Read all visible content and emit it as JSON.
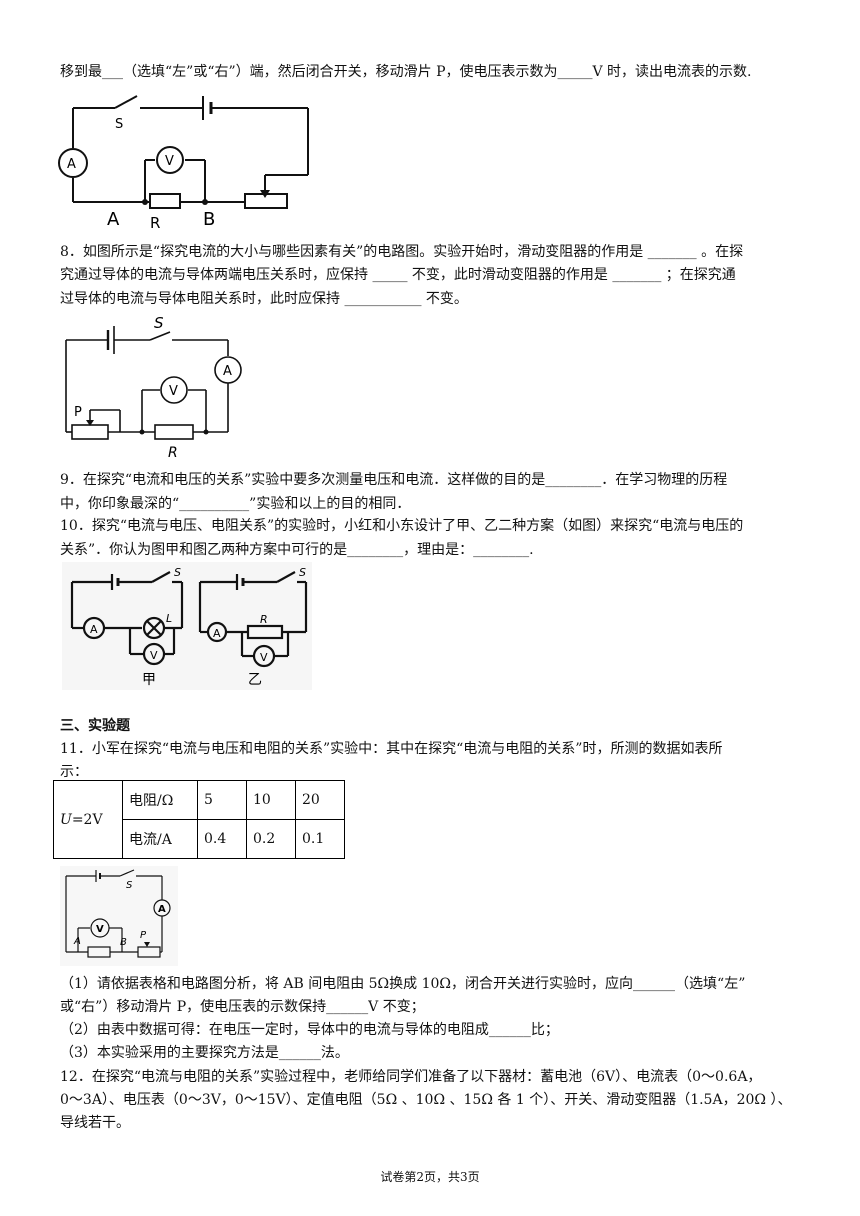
{
  "lines": {
    "l7": "移到最___（选填“左”或“右”）端，然后闭合开关，移动滑片 P，使电压表示数为_____V 时，读出电流表的示数.",
    "q8a": "8．如图所示是“探究电流的大小与哪些因素有关”的电路图。实验开始时，滑动变阻器的作用是 _______ 。在探",
    "q8b": "究通过导体的电流与导体两端电压关系时，应保持 _____ 不变，此时滑动变阻器的作用是 _______ ；在探究通",
    "q8c": "过导体的电流与导体电阻关系时，此时应保持 ___________ 不变。",
    "q9a": "9．在探究“电流和电压的关系”实验中要多次测量电压和电流．这样做的目的是________．在学习物理的历程",
    "q9b": "中，你印象最深的“__________”实验和以上的目的相同．",
    "q10a": "10．探究“电流与电压、电阻关系”的实验时，小红和小东设计了甲、乙二种方案（如图）来探究“电流与电压的",
    "q10b": "关系”．你认为图甲和图乙两种方案中可行的是________，理由是：________.",
    "section3": "三、实验题",
    "q11a": "11．小军在探究“电流与电压和电阻的关系”实验中：其中在探究“电流与电阻的关系”时，所测的数据如表所",
    "q11b": "示：",
    "q11p1a": "（1）请依据表格和电路图分析，将 AB 间电阻由 5Ω换成 10Ω，闭合开关进行实验时，应向______（选填“左”",
    "q11p1b": "或“右”）移动滑片 P，使电压表的示数保持______V 不变；",
    "q11p2": "（2）由表中数据可得：在电压一定时，导体中的电流与导体的电阻成______比；",
    "q11p3": "（3）本实验采用的主要探究方法是______法。",
    "q12a": "12．在探究“电流与电阻的关系”实验过程中，老师给同学们准备了以下器材：蓄电池（6V）、电流表（0～0.6A，",
    "q12b": "0～3A）、电压表（0～3V，0～15V）、定值电阻（5Ω 、10Ω 、15Ω 各 1 个）、开关、滑动变阻器（1.5A，20Ω ）、",
    "q12c": "导线若干。"
  },
  "table": {
    "voltage": "U=2V",
    "row1_label": "电阻/Ω",
    "row2_label": "电流/A",
    "resistance": [
      "5",
      "10",
      "20"
    ],
    "current": [
      "0.4",
      "0.2",
      "0.1"
    ]
  },
  "fig7": {
    "s": "S",
    "a": "A",
    "v": "V",
    "pa": "A",
    "r": "R",
    "pb": "B"
  },
  "fig8": {
    "s": "S",
    "a": "A",
    "v": "V",
    "p": "P",
    "r": "R"
  },
  "fig10": {
    "left_label": "甲",
    "right_label": "乙",
    "s": "S",
    "a": "A",
    "v": "V",
    "l": "L",
    "r": "R"
  },
  "fig11": {
    "s": "S",
    "a": "A",
    "v": "V",
    "pa": "A",
    "pb": "B",
    "p": "P"
  },
  "footer": "试卷第2页，共3页"
}
